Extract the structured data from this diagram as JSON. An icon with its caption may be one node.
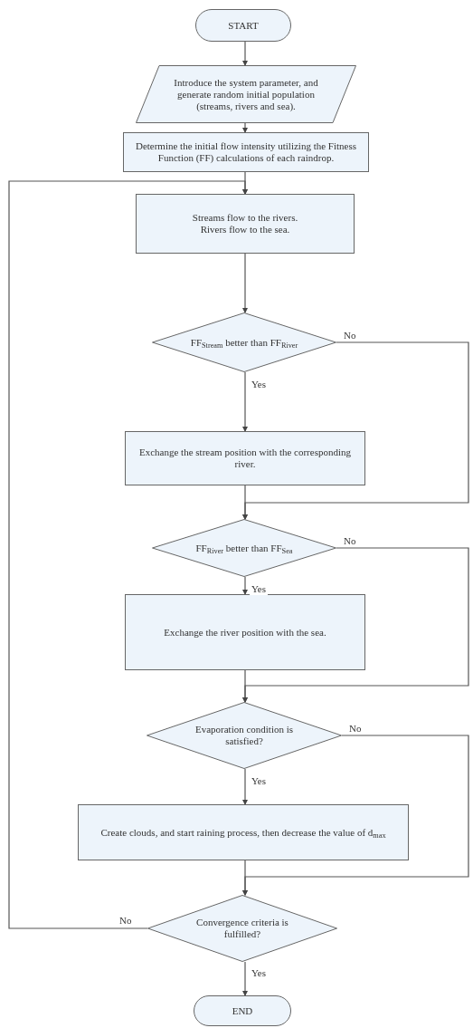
{
  "diagram": {
    "nodes": [
      {
        "text": [
          "START"
        ]
      },
      {
        "text": [
          "Introduce the system parameter, and generate random initial population (streams, rivers and sea)."
        ]
      },
      {
        "text": [
          "Determine the initial flow intensity utilizing the Fitness Function (FF) calculations of each raindrop."
        ]
      },
      {
        "text": [
          "Streams flow to the rivers. Rivers flow to the sea."
        ]
      },
      {
        "text": [
          "FF$_{Stream}$ better than FF$_{River}$"
        ]
      },
      {
        "text": [
          "Exchange the stream position with the corresponding river."
        ]
      },
      {
        "text": [
          "FF$_{River}$ better than FF$_{Sea}$"
        ]
      },
      {
        "text": [
          "Exchange the river position with the sea."
        ]
      },
      {
        "text": [
          "Evaporation condition is satisfied?"
        ]
      },
      {
        "text": [
          "Create clouds, and start raining process, then decrease the value of d$_{max}$"
        ]
      },
      {
        "text": [
          "Convergence criteria is fulfilled?"
        ]
      },
      {
        "text": [
          "END"
        ]
      }
    ],
    "edges": [
      {
        "from": 0,
        "to": 1,
        "arrow": "to"
      },
      {
        "from": 1,
        "to": 2,
        "arrow": "to"
      },
      {
        "from": 2,
        "to": 3,
        "arrow": "to"
      },
      {
        "from": 3,
        "to": 4,
        "arrow": "to"
      },
      {
        "from": 4,
        "to": 5,
        "arrow": "to",
        "label": "Yes"
      },
      {
        "from": 4,
        "to": 6,
        "arrow": "to",
        "label": "No"
      },
      {
        "from": 5,
        "to": 6,
        "arrow": "to"
      },
      {
        "from": 6,
        "to": 7,
        "arrow": "to",
        "label": "Yes"
      },
      {
        "from": 6,
        "to": 8,
        "arrow": "to",
        "label": "No"
      },
      {
        "from": 7,
        "to": 8,
        "arrow": "to"
      },
      {
        "from": 8,
        "to": 9,
        "arrow": "to",
        "label": "Yes"
      },
      {
        "from": 8,
        "to": 10,
        "arrow": "to",
        "label": "No"
      },
      {
        "from": 9,
        "to": 10,
        "arrow": "to"
      },
      {
        "from": 10,
        "to": 11,
        "arrow": "to",
        "label": "Yes"
      },
      {
        "from": 10,
        "to": 3,
        "arrow": "to",
        "label": "No"
      }
    ]
  }
}
